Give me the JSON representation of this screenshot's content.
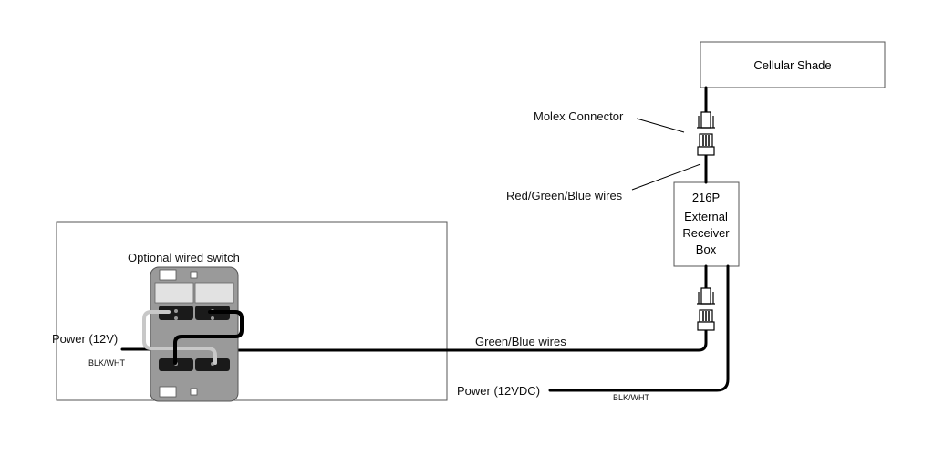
{
  "boxes": {
    "shade": "Cellular Shade",
    "receiver_lines": [
      "216P",
      "External",
      "Receiver",
      "Box"
    ],
    "switch_caption": "Optional wired switch"
  },
  "labels": {
    "molex": "Molex Connector",
    "rgb_wires": "Red/Green/Blue wires",
    "green_blue_wires": "Green/Blue wires",
    "power_left": "Power (12V)",
    "blk_wht_left": "BLK/WHT",
    "power_right": "Power (12VDC)",
    "blk_wht_right": "BLK/WHT"
  },
  "colors": {
    "wire": "#000000",
    "wire_gray": "#b5b5b5",
    "switch_body": "#9a9a9a",
    "outline": "#555555"
  }
}
